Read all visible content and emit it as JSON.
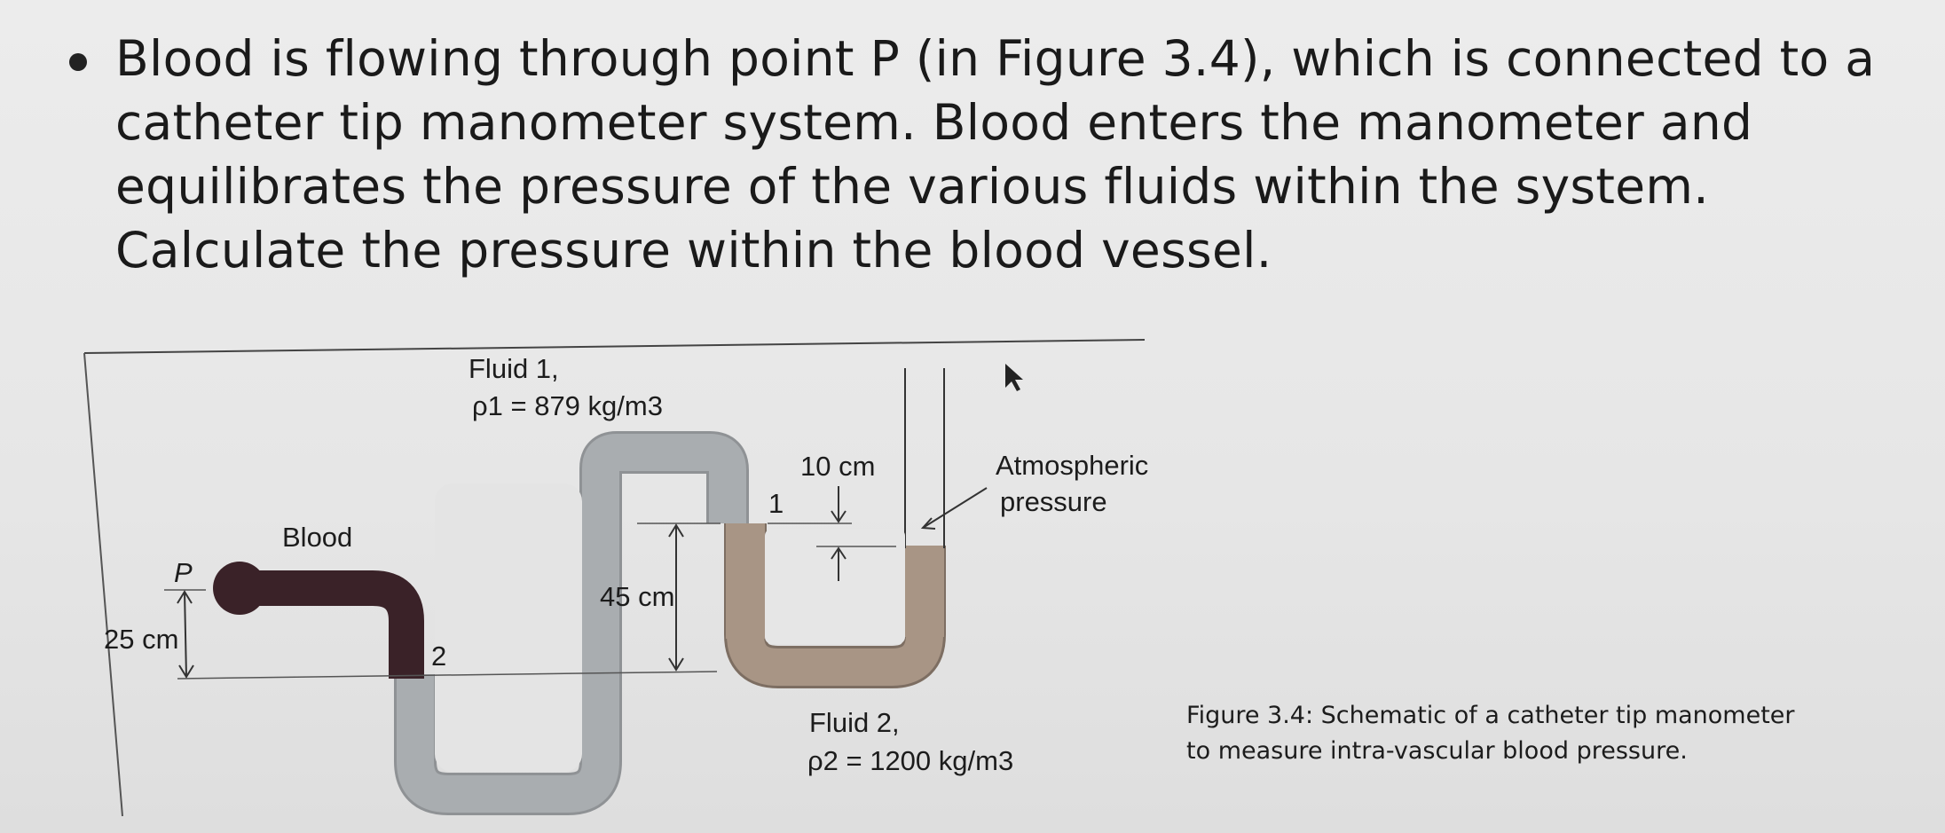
{
  "question": {
    "bullet_text": "Blood is flowing through point P (in Figure 3.4), which is connected to a catheter tip manometer system. Blood enters the manometer and equilibrates the pressure of the various fluids within the system. Calculate the pressure within the blood vessel."
  },
  "figure": {
    "fluid1_label": "Fluid 1,",
    "fluid1_density": "ρ1 = 879 kg/m3",
    "fluid2_label": "Fluid 2,",
    "fluid2_density": "ρ2 = 1200 kg/m3",
    "blood_label": "Blood",
    "point_label": "P",
    "dim_25": "25 cm",
    "dim_45": "45 cm",
    "dim_10": "10 cm",
    "level_1": "1",
    "level_2": "2",
    "atmospheric_line1": "Atmospheric",
    "atmospheric_line2": "pressure",
    "colors": {
      "blood": "#3a2228",
      "fluid1": "#a9adb0",
      "fluid2": "#a89585",
      "tube_outline": "#8f9295"
    }
  },
  "caption": {
    "text": "Figure 3.4: Schematic of a catheter tip manometer to measure intra-vascular blood pressure."
  }
}
